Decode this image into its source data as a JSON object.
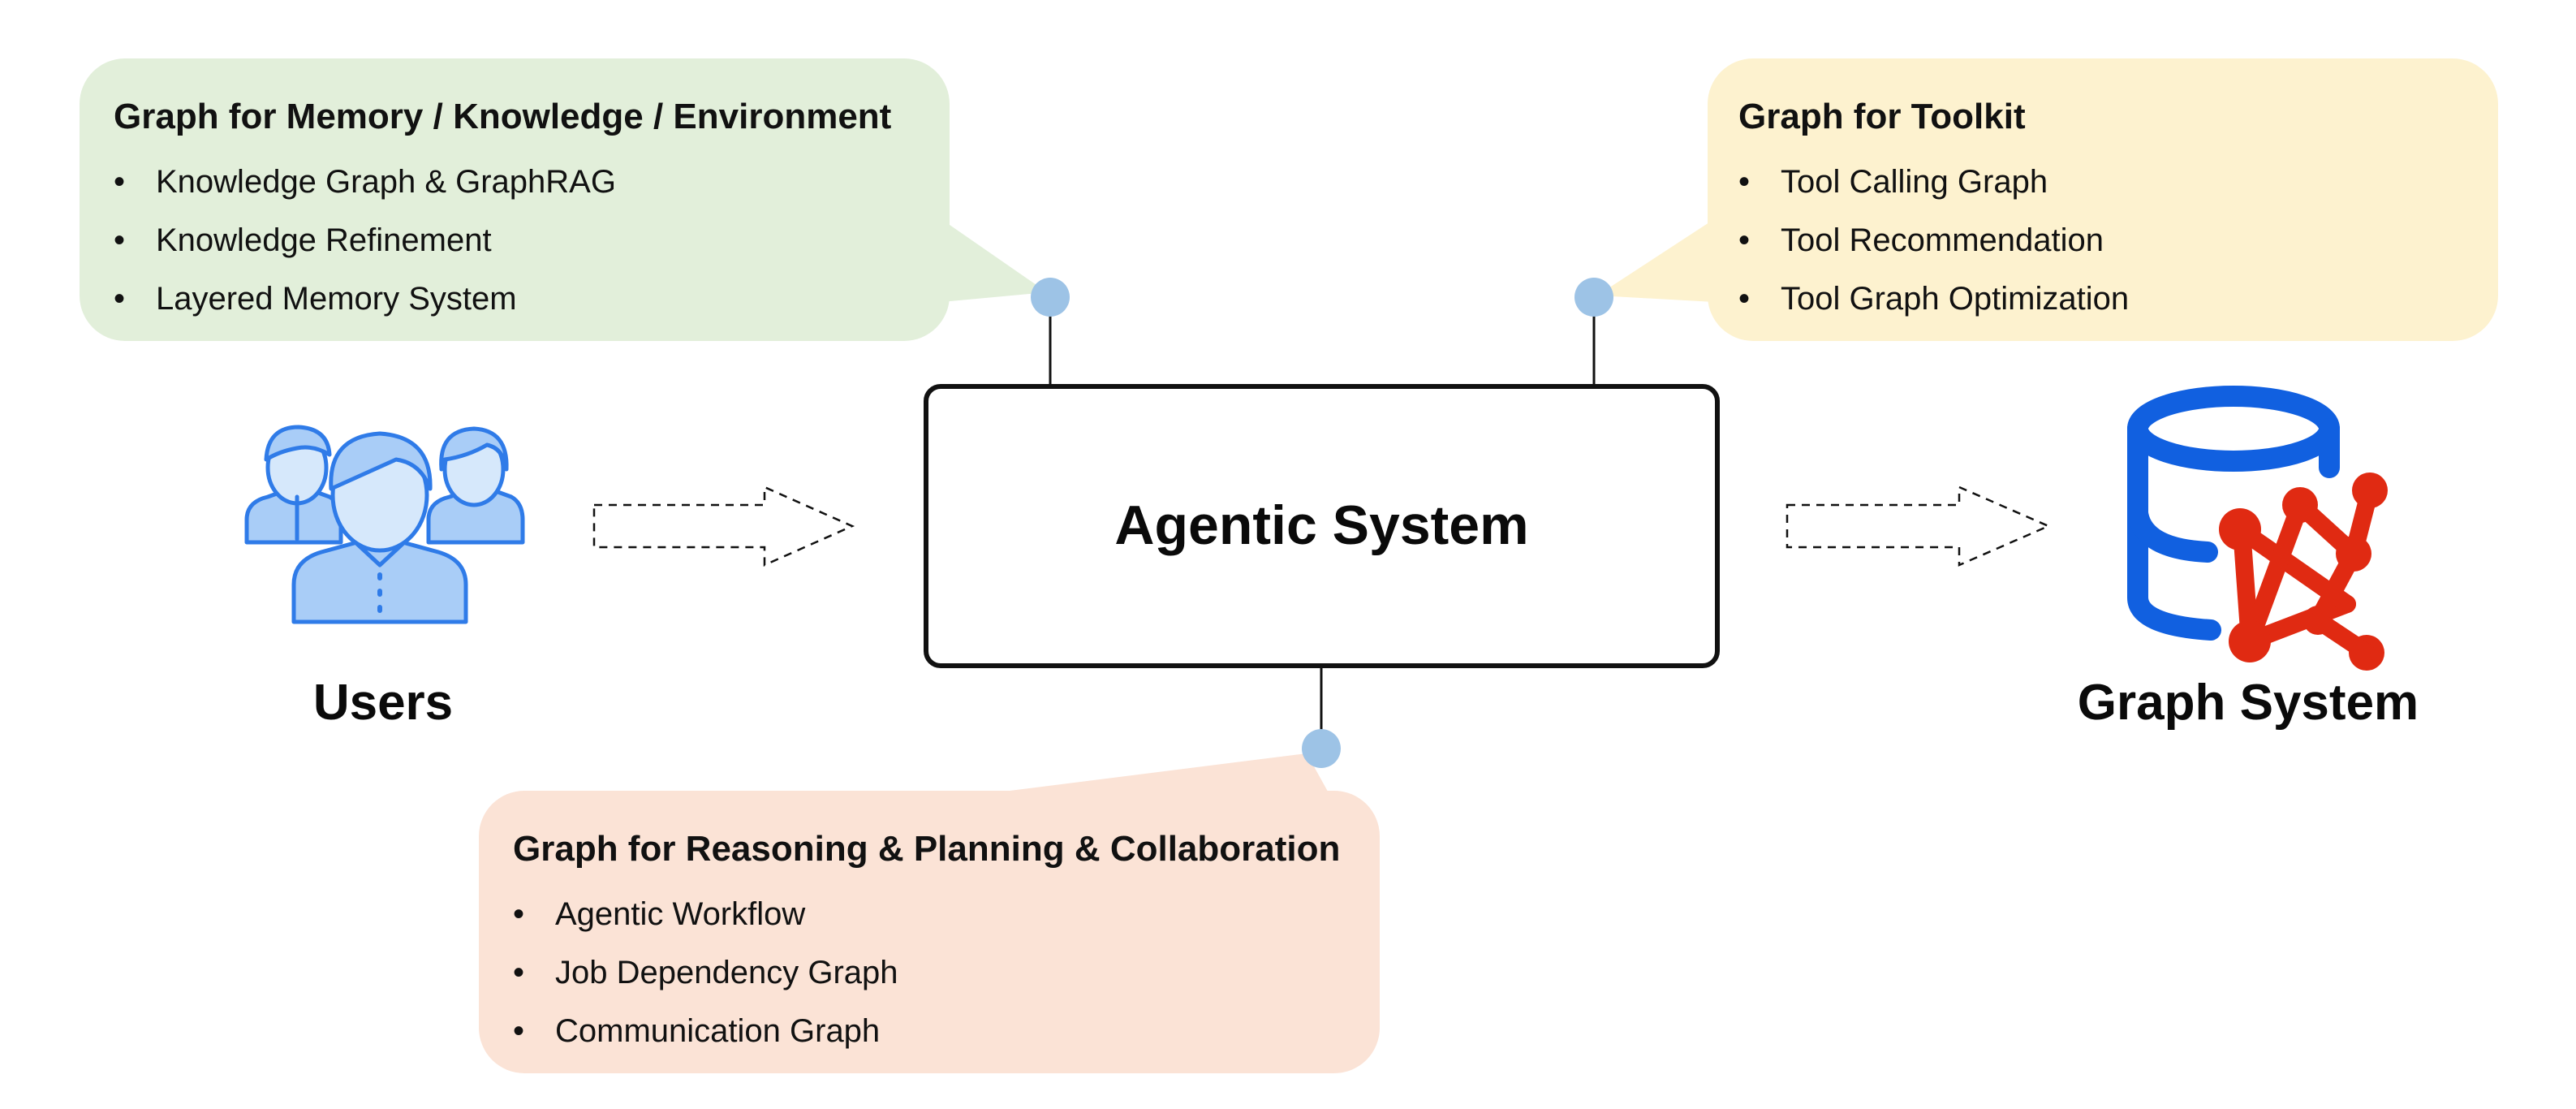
{
  "center_box": {
    "label": "Agentic System"
  },
  "actors": {
    "users": {
      "label": "Users",
      "icon": "users-group-icon"
    },
    "graph_system": {
      "label": "Graph System",
      "icon": "graph-database-icon"
    }
  },
  "callouts": {
    "memory": {
      "title": "Graph for Memory / Knowledge / Environment",
      "items": [
        "Knowledge Graph & GraphRAG",
        "Knowledge Refinement",
        "Layered Memory System"
      ],
      "color": "#e2efda"
    },
    "toolkit": {
      "title": "Graph for Toolkit",
      "items": [
        "Tool Calling Graph",
        "Tool Recommendation",
        "Tool Graph Optimization"
      ],
      "color": "#fdf2cf"
    },
    "reasoning": {
      "title": "Graph for Reasoning & Planning & Collaboration",
      "items": [
        "Agentic Workflow",
        "Job Dependency Graph",
        "Communication Graph"
      ],
      "color": "#fbe3d6"
    }
  },
  "colors": {
    "connector_dot": "#9dc3e6",
    "users_icon_fill": "#a9cdf7",
    "users_icon_stroke": "#2f7be8",
    "database_blue": "#1160e0",
    "graph_red": "#e02a12"
  }
}
